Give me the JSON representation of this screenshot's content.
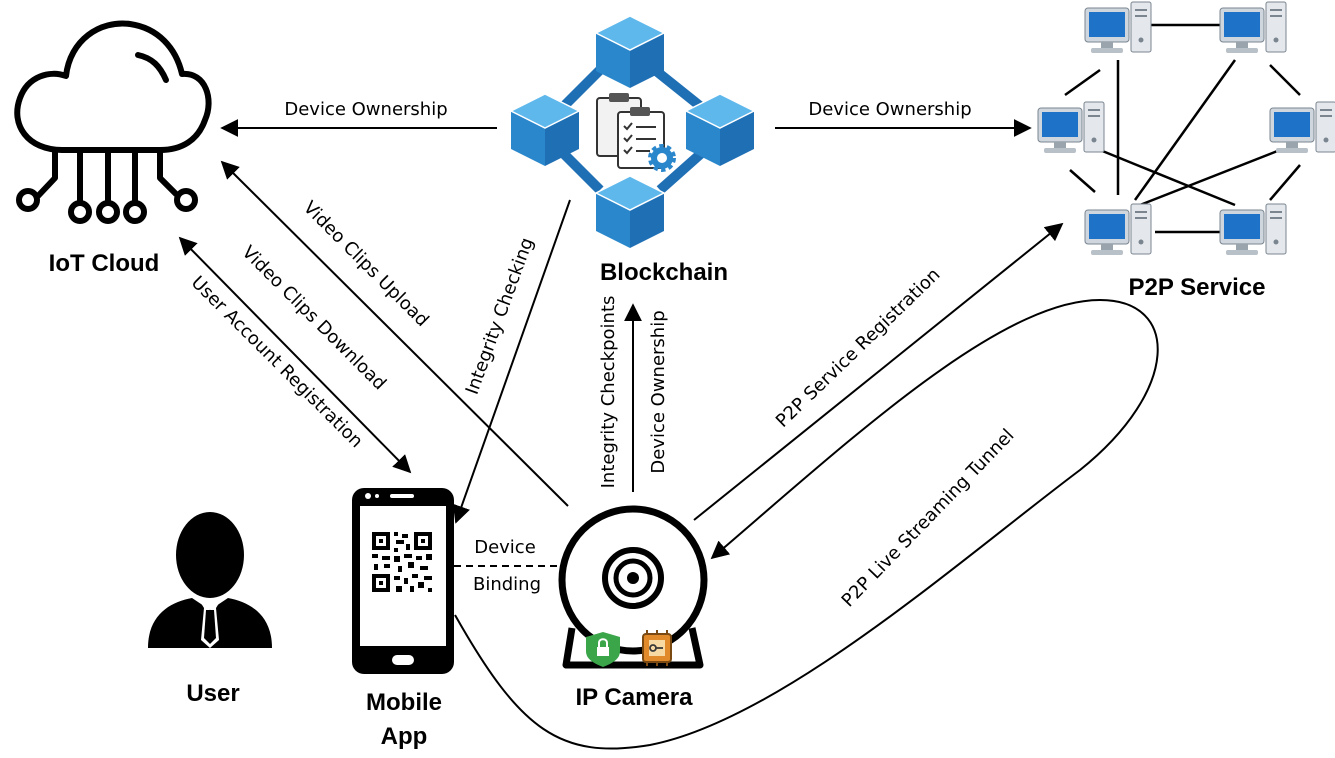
{
  "nodes": {
    "iot_cloud": "IoT Cloud",
    "blockchain": "Blockchain",
    "p2p_service": "P2P Service",
    "user": "User",
    "mobile_app_line1": "Mobile",
    "mobile_app_line2": "App",
    "ip_camera": "IP Camera"
  },
  "edges": {
    "bc_to_cloud": "Device Ownership",
    "bc_to_p2p": "Device Ownership",
    "camera_to_cloud": "Video Clips Upload",
    "cloud_to_app_download": "Video Clips Download",
    "app_cloud_registration": "User Account Registration",
    "bc_to_app": "Integrity Checking",
    "camera_to_bc_checkpoints": "Integrity Checkpoints",
    "bc_to_camera_ownership": "Device Ownership",
    "camera_p2p_registration": "P2P Service Registration",
    "app_binding_line1": "Device",
    "app_binding_line2": "Binding",
    "live_streaming": "P2P Live Streaming Tunnel"
  },
  "colors": {
    "cube_dark": "#1f6fb5",
    "cube_light": "#3a9ad9",
    "cube_top": "#5fb8ec",
    "monitor_blue": "#1e73c8",
    "shield_green": "#3ba54a",
    "chip_orange": "#e08a2c"
  },
  "icons": [
    "cloud-circuit-icon",
    "blockchain-cubes-icon",
    "clipboard-checklist-icon",
    "gear-icon",
    "computer-icon",
    "user-silhouette-icon",
    "smartphone-icon",
    "qr-code-icon",
    "ip-camera-icon",
    "shield-lock-icon",
    "chip-key-icon"
  ]
}
